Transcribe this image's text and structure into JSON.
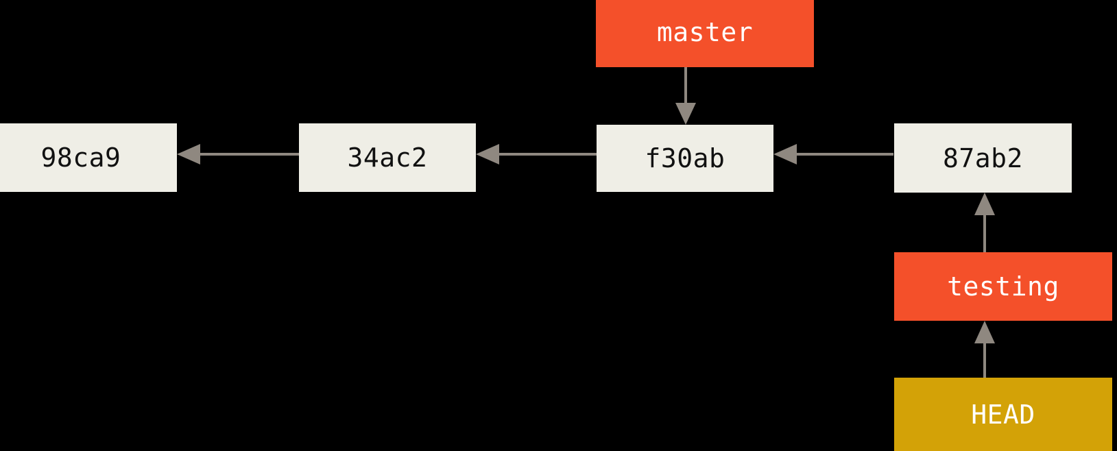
{
  "diagram": {
    "title": "git-branching-history",
    "background_color": "#000000",
    "colors": {
      "commit_fill": "#EFEEE6",
      "commit_text": "#111111",
      "branch_fill": "#F4502A",
      "head_fill": "#D3A207",
      "ref_text": "#FFFFFF",
      "edge": "#8F8880"
    },
    "commits": [
      {
        "id": "98ca9",
        "label": "98ca9"
      },
      {
        "id": "34ac2",
        "label": "34ac2"
      },
      {
        "id": "f30ab",
        "label": "f30ab"
      },
      {
        "id": "87ab2",
        "label": "87ab2"
      }
    ],
    "refs": [
      {
        "id": "master",
        "label": "master",
        "kind": "branch",
        "points_to": "f30ab"
      },
      {
        "id": "testing",
        "label": "testing",
        "kind": "branch",
        "points_to": "87ab2"
      },
      {
        "id": "head",
        "label": "HEAD",
        "kind": "head",
        "points_to": "testing"
      }
    ],
    "edges": [
      {
        "from": "34ac2",
        "to": "98ca9",
        "direction": "left"
      },
      {
        "from": "f30ab",
        "to": "34ac2",
        "direction": "left"
      },
      {
        "from": "87ab2",
        "to": "f30ab",
        "direction": "left"
      },
      {
        "from": "master",
        "to": "f30ab",
        "direction": "down"
      },
      {
        "from": "testing",
        "to": "87ab2",
        "direction": "up"
      },
      {
        "from": "head",
        "to": "testing",
        "direction": "up"
      }
    ]
  }
}
